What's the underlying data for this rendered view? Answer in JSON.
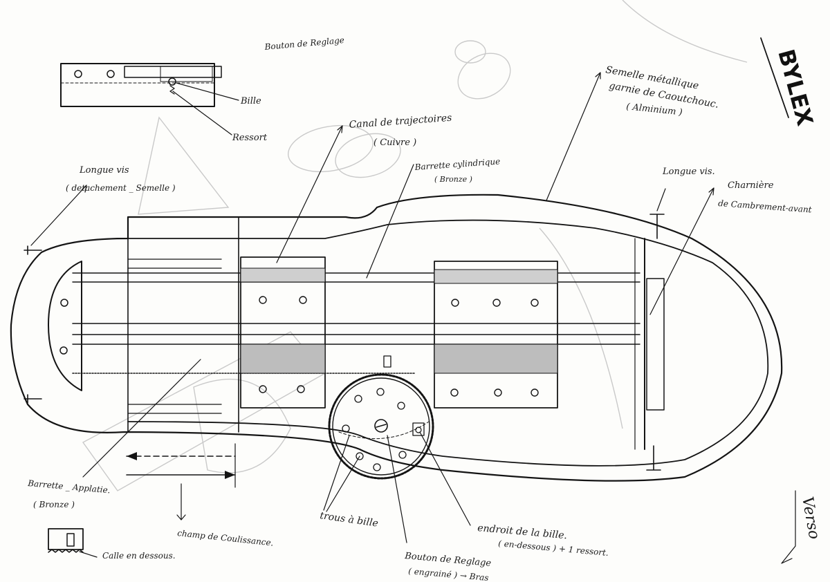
{
  "labels": {
    "bouton_reglage_top": "Bouton de Reglage",
    "bille": "Bille",
    "ressort": "Ressort",
    "longue_vis_left": "Longue vis",
    "detachement": "( detachement _ Semelle )",
    "canal": "Canal de trajectoires",
    "cuivre": "( Cuivre )",
    "barrette_cyl": "Barrette cylindrique",
    "bronze_top": "( Bronze )",
    "semelle_1": "Semelle métallique",
    "semelle_2": "garnie de Caoutchouc.",
    "semelle_3": "( Alminium )",
    "longue_vis_right": "Longue vis.",
    "charnière_1": "Charnière",
    "charnière_2": "de Cambrement-avant",
    "barrette_aplatie": "Barrette _ Applatie.",
    "bronze_left": "( Bronze )",
    "champ": "champ de Coulissance.",
    "cale": "Calle en dessous.",
    "trous": "trous à bille",
    "endroit_1": "endroit de la bille.",
    "endroit_2": "( en-dessous ) + 1 ressort.",
    "bouton_1": "Bouton de Reglage",
    "bouton_2": "( engrainé ) → Bras",
    "brand": "BYLEX",
    "verso": "Verso"
  },
  "colors": {
    "ink": "#141414",
    "pencil": "#c9c9c9",
    "paper": "#fdfdfb"
  }
}
